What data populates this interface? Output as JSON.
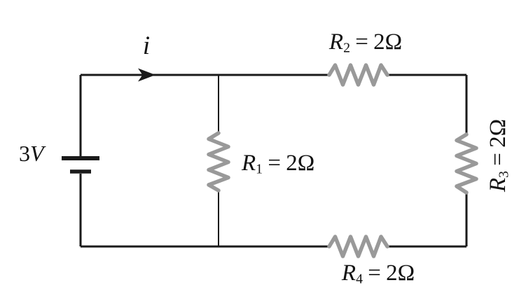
{
  "colors": {
    "wire": "#1a1a1a",
    "resistor": "#999999",
    "text": "#111111",
    "background": "#ffffff"
  },
  "battery": {
    "num": "3",
    "unit": "V"
  },
  "current": {
    "symbol": "i"
  },
  "resistors": [
    {
      "id": "r1",
      "name": "R",
      "sub": "1",
      "eq": "=",
      "value": "2Ω"
    },
    {
      "id": "r2",
      "name": "R",
      "sub": "2",
      "eq": "=",
      "value": "2Ω"
    },
    {
      "id": "r3",
      "name": "R",
      "sub": "3",
      "eq": "=",
      "value": "2Ω"
    },
    {
      "id": "r4",
      "name": "R",
      "sub": "4",
      "eq": "=",
      "value": "2Ω"
    }
  ]
}
